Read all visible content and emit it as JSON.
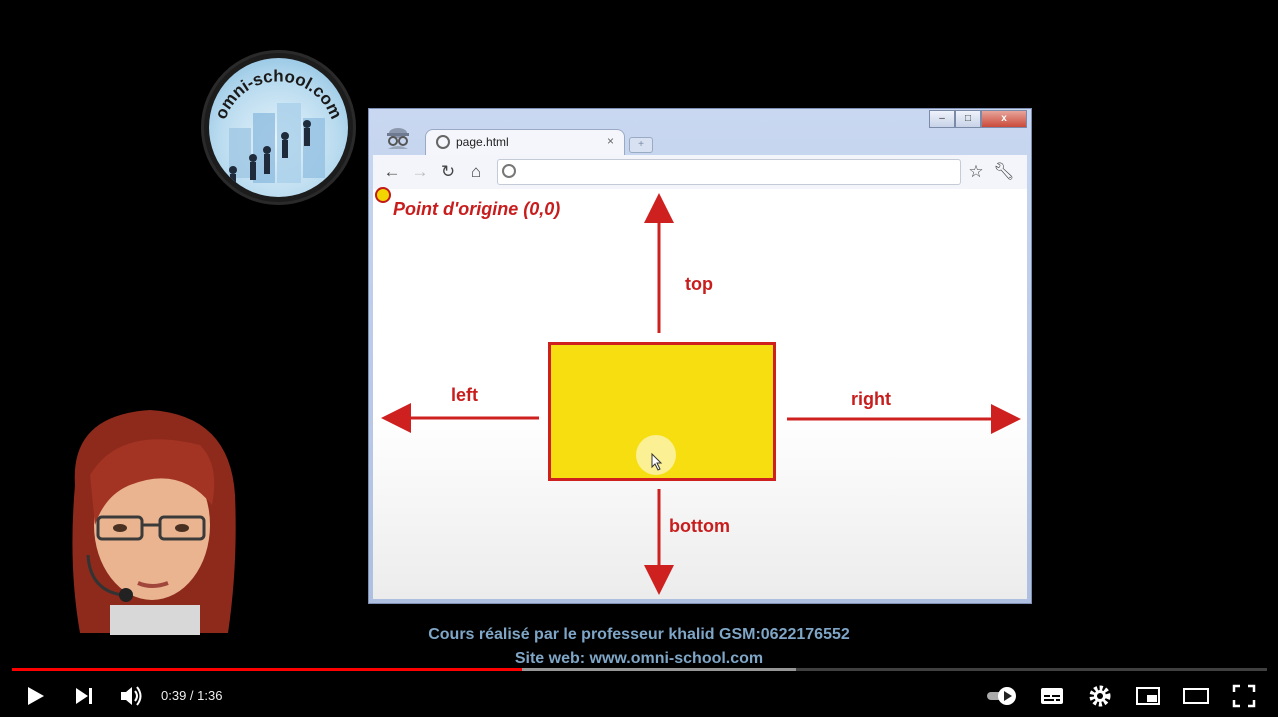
{
  "logo": {
    "text": "omni-school.com"
  },
  "browser": {
    "tab_title": "page.html",
    "tab_close": "×",
    "new_tab": "+",
    "win_minimize": "–",
    "win_maximize": "□",
    "win_close": "x"
  },
  "diagram": {
    "origin_label": "Point d'origine (0,0)",
    "top_label": "top",
    "left_label": "left",
    "right_label": "right",
    "bottom_label": "bottom",
    "colors": {
      "box": "#f7de10",
      "accent": "#c81d1d"
    }
  },
  "credits": {
    "line1": "Cours réalisé par le professeur khalid  GSM:0622176552",
    "line2": "Site web:    www.omni-school.com"
  },
  "player": {
    "time": "0:39 / 1:36",
    "played_fraction": 0.406,
    "buffered_fraction": 0.625,
    "icons": [
      "play-icon",
      "next-icon",
      "volume-icon",
      "autoplay-toggle",
      "subtitles-icon",
      "settings-icon",
      "miniplayer-icon",
      "theater-icon",
      "fullscreen-icon"
    ],
    "accent": "#ff0000"
  }
}
